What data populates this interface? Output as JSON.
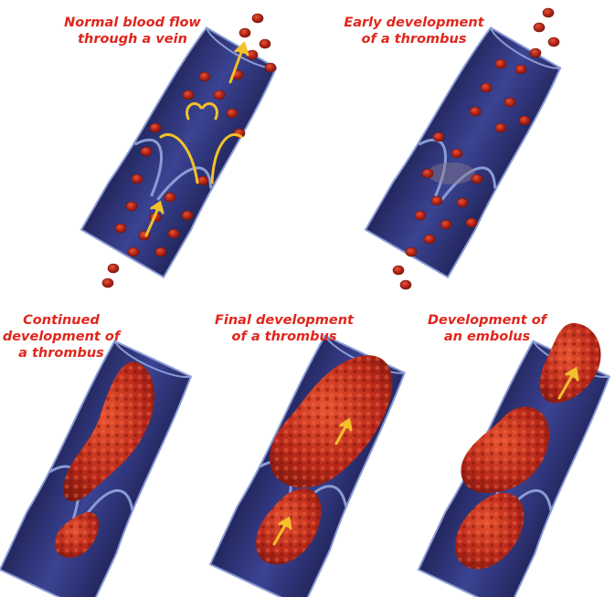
{
  "panels": [
    {
      "id": "normal",
      "caption": [
        "Normal blood flow",
        "through a vein"
      ]
    },
    {
      "id": "early",
      "caption": [
        "Early development",
        "of a thrombus"
      ]
    },
    {
      "id": "continued",
      "caption": [
        "Continued",
        "development of",
        "a thrombus"
      ]
    },
    {
      "id": "final",
      "caption": [
        "Final development",
        "of a thrombus"
      ]
    },
    {
      "id": "embolus",
      "caption": [
        "Development of",
        "an embolus"
      ]
    }
  ],
  "colors": {
    "caption": "#e0261d",
    "vein_wall": "#2e3278",
    "vein_inner": "#3d4595",
    "valve": "#8a9bd4",
    "blood_cell": "#b52517",
    "clot": "#c0301c",
    "flow_arrow": "#f2c12b"
  },
  "icons": [
    "flow-arrow-icon"
  ]
}
